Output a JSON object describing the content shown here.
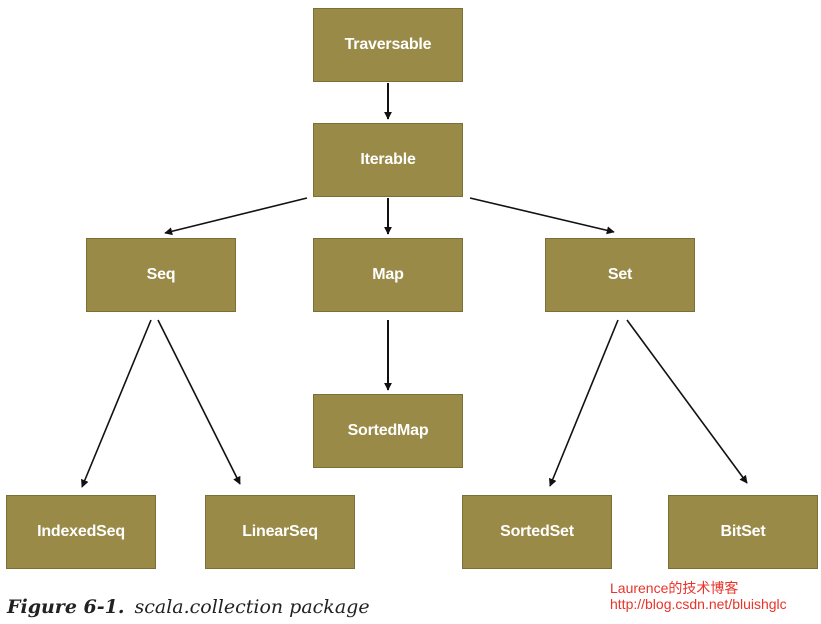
{
  "colors": {
    "node_fill": "#9a8a48",
    "node_text": "#ffffff",
    "edge": "#111111",
    "watermark": "#e8342a"
  },
  "nodes": {
    "traversable": "Traversable",
    "iterable": "Iterable",
    "seq": "Seq",
    "map": "Map",
    "set": "Set",
    "sortedmap": "SortedMap",
    "indexedseq": "IndexedSeq",
    "linearseq": "LinearSeq",
    "sortedset": "SortedSet",
    "bitset": "BitSet"
  },
  "edges": [
    {
      "from": "Traversable",
      "to": "Iterable"
    },
    {
      "from": "Iterable",
      "to": "Seq"
    },
    {
      "from": "Iterable",
      "to": "Map"
    },
    {
      "from": "Iterable",
      "to": "Set"
    },
    {
      "from": "Map",
      "to": "SortedMap"
    },
    {
      "from": "Seq",
      "to": "IndexedSeq"
    },
    {
      "from": "Seq",
      "to": "LinearSeq"
    },
    {
      "from": "Set",
      "to": "SortedSet"
    },
    {
      "from": "Set",
      "to": "BitSet"
    }
  ],
  "caption": {
    "figure_number": "Figure 6-1.",
    "text": "scala.collection package"
  },
  "watermark": {
    "line1": "Laurence的技术博客",
    "line2": "http://blog.csdn.net/bluishglc"
  }
}
